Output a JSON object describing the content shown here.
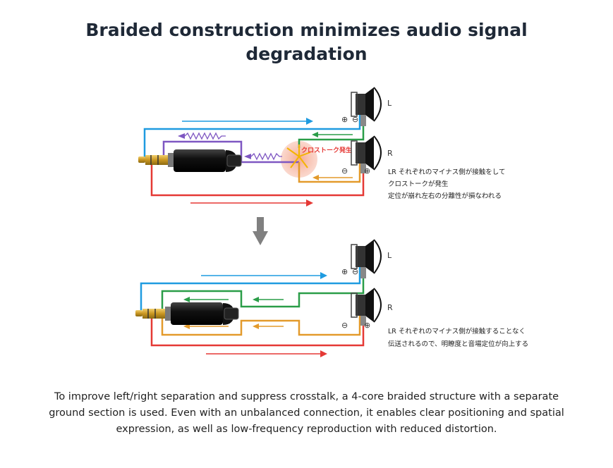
{
  "title": {
    "line1": "Braided construction minimizes audio signal",
    "line2": "degradation"
  },
  "diagram": {
    "top": {
      "left_channel_label": "L",
      "right_channel_label": "R",
      "crosstalk_label": "クロストーク発生",
      "note_line1": "LR それぞれのマイナス側が接触をして",
      "note_line2": "クロストークが発生",
      "note_line3": "定位が崩れ左右の分離性が損なわれる"
    },
    "bottom": {
      "left_channel_label": "L",
      "right_channel_label": "R",
      "note_line1": "LR それぞれのマイナス側が接触することなく",
      "note_line2": "伝送されるので、明瞭度と音場定位が向上する"
    },
    "plus_symbol": "⊕",
    "minus_symbol": "⊖",
    "colors": {
      "left_plus": "#1f9be0",
      "right_plus": "#e53935",
      "left_minus": "#2a9d48",
      "right_minus": "#e39a2b",
      "crosstalk_wire": "#7e57c2",
      "transition_arrow": "#808080"
    }
  },
  "caption": "To improve left/right separation and suppress crosstalk, a 4-core braided structure with a separate ground section is used. Even with an unbalanced connection, it enables clear positioning and spatial expression, as well as low-frequency reproduction with reduced distortion."
}
